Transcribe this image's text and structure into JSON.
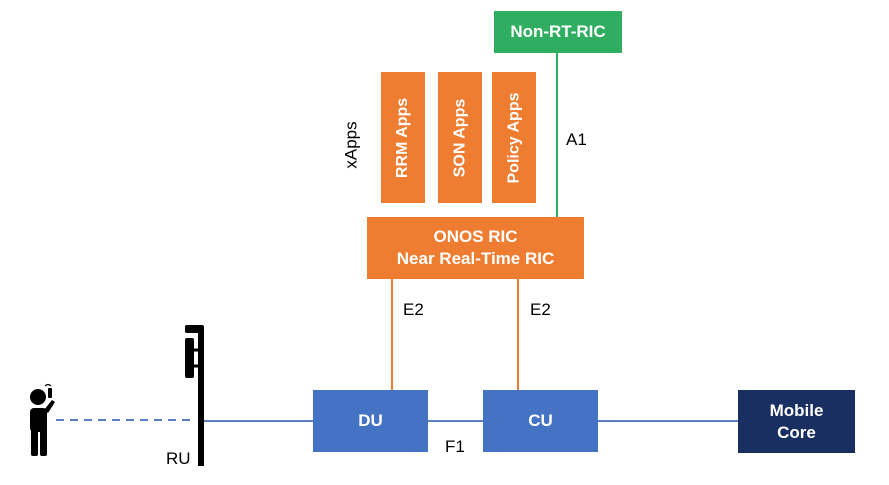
{
  "diagram": {
    "non_rt_ric": "Non-RT-RIC",
    "xapps_label": "xApps",
    "apps": [
      "RRM Apps",
      "SON Apps",
      "Policy Apps"
    ],
    "interfaces": {
      "a1": "A1",
      "e2_left": "E2",
      "e2_right": "E2",
      "f1": "F1"
    },
    "ric": {
      "line1": "ONOS RIC",
      "line2": "Near Real-Time RIC"
    },
    "du": "DU",
    "cu": "CU",
    "core": {
      "line1": "Mobile",
      "line2": "Core"
    },
    "ru": "RU",
    "colors": {
      "non_rt": "#2fae61",
      "orange": "#ee7d31",
      "blue": "#4473c4",
      "navy": "#192f61",
      "link": "#5b7fc4"
    }
  }
}
